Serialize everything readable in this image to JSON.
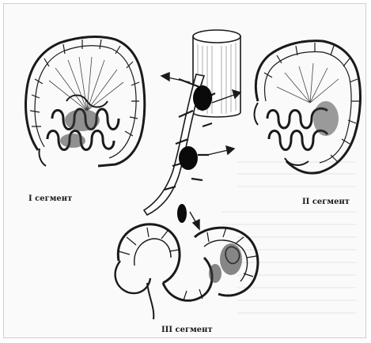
{
  "labels": {
    "segment_1": "I сегмент",
    "segment_2": "II сегмент",
    "segment_3": "III сегмент"
  },
  "colors": {
    "ink": "#1a1a1a",
    "background": "#fafafa",
    "tissue": "#ffffff",
    "shadow": "#555555"
  }
}
